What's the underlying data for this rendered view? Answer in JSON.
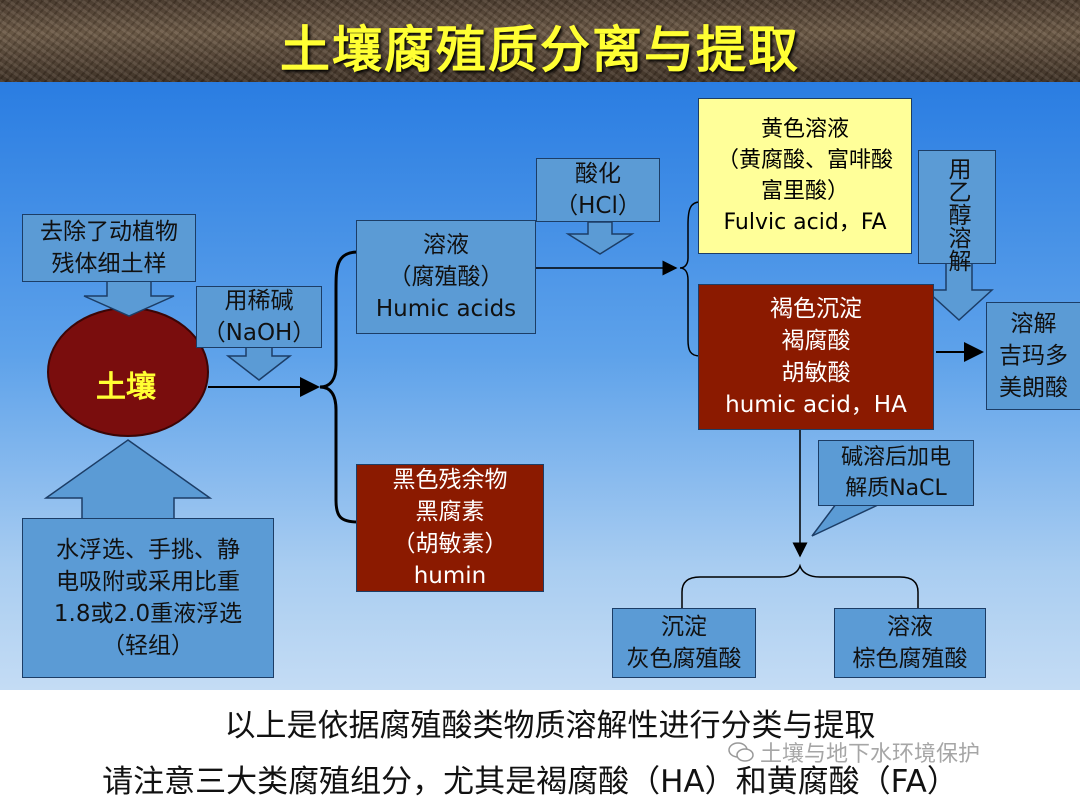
{
  "title": "土壤腐殖质分离与提取",
  "nodes": {
    "soil": "土壤",
    "pretreat": [
      "去除了动植物",
      "残体细土样"
    ],
    "alkali": [
      "用稀碱",
      "（NaOH）"
    ],
    "method": [
      "水浮选、手挑、静",
      "电吸附或采用比重",
      "1.8或2.0重液浮选",
      "（轻组）"
    ],
    "solution": [
      "溶液",
      "（腐殖酸）",
      "Humic acids"
    ],
    "humin": [
      "黑色残余物",
      "黑腐素",
      "（胡敏素）",
      "humin"
    ],
    "acidify": [
      "酸化",
      "（HCl）"
    ],
    "fulvic": [
      "黄色溶液",
      "（黄腐酸、富啡酸",
      "富里酸）",
      "Fulvic acid，FA"
    ],
    "humic": [
      "褐色沉淀",
      "褐腐酸",
      "胡敏酸",
      "humic acid，HA"
    ],
    "ethanol": "用乙醇溶解",
    "hymatomelanic": [
      "溶解",
      "吉玛多",
      "美朗酸"
    ],
    "nacl": [
      "碱溶后加电",
      "解质NaCL"
    ],
    "grey": [
      "沉淀",
      "灰色腐殖酸"
    ],
    "brown": [
      "溶液",
      "棕色腐殖酸"
    ]
  },
  "footer": {
    "line1": "以上是依据腐殖酸类物质溶解性进行分类与提取",
    "line2": "请注意三大类腐殖组分，尤其是褐腐酸（HA）和黄腐酸（FA）",
    "watermark": "土壤与地下水环境保护"
  },
  "colors": {
    "title": "#ffff33",
    "box_blue": "#5b9bd5",
    "box_yellow": "#ffff99",
    "box_red": "#8b1a00",
    "soil": "#7a0d0d"
  }
}
